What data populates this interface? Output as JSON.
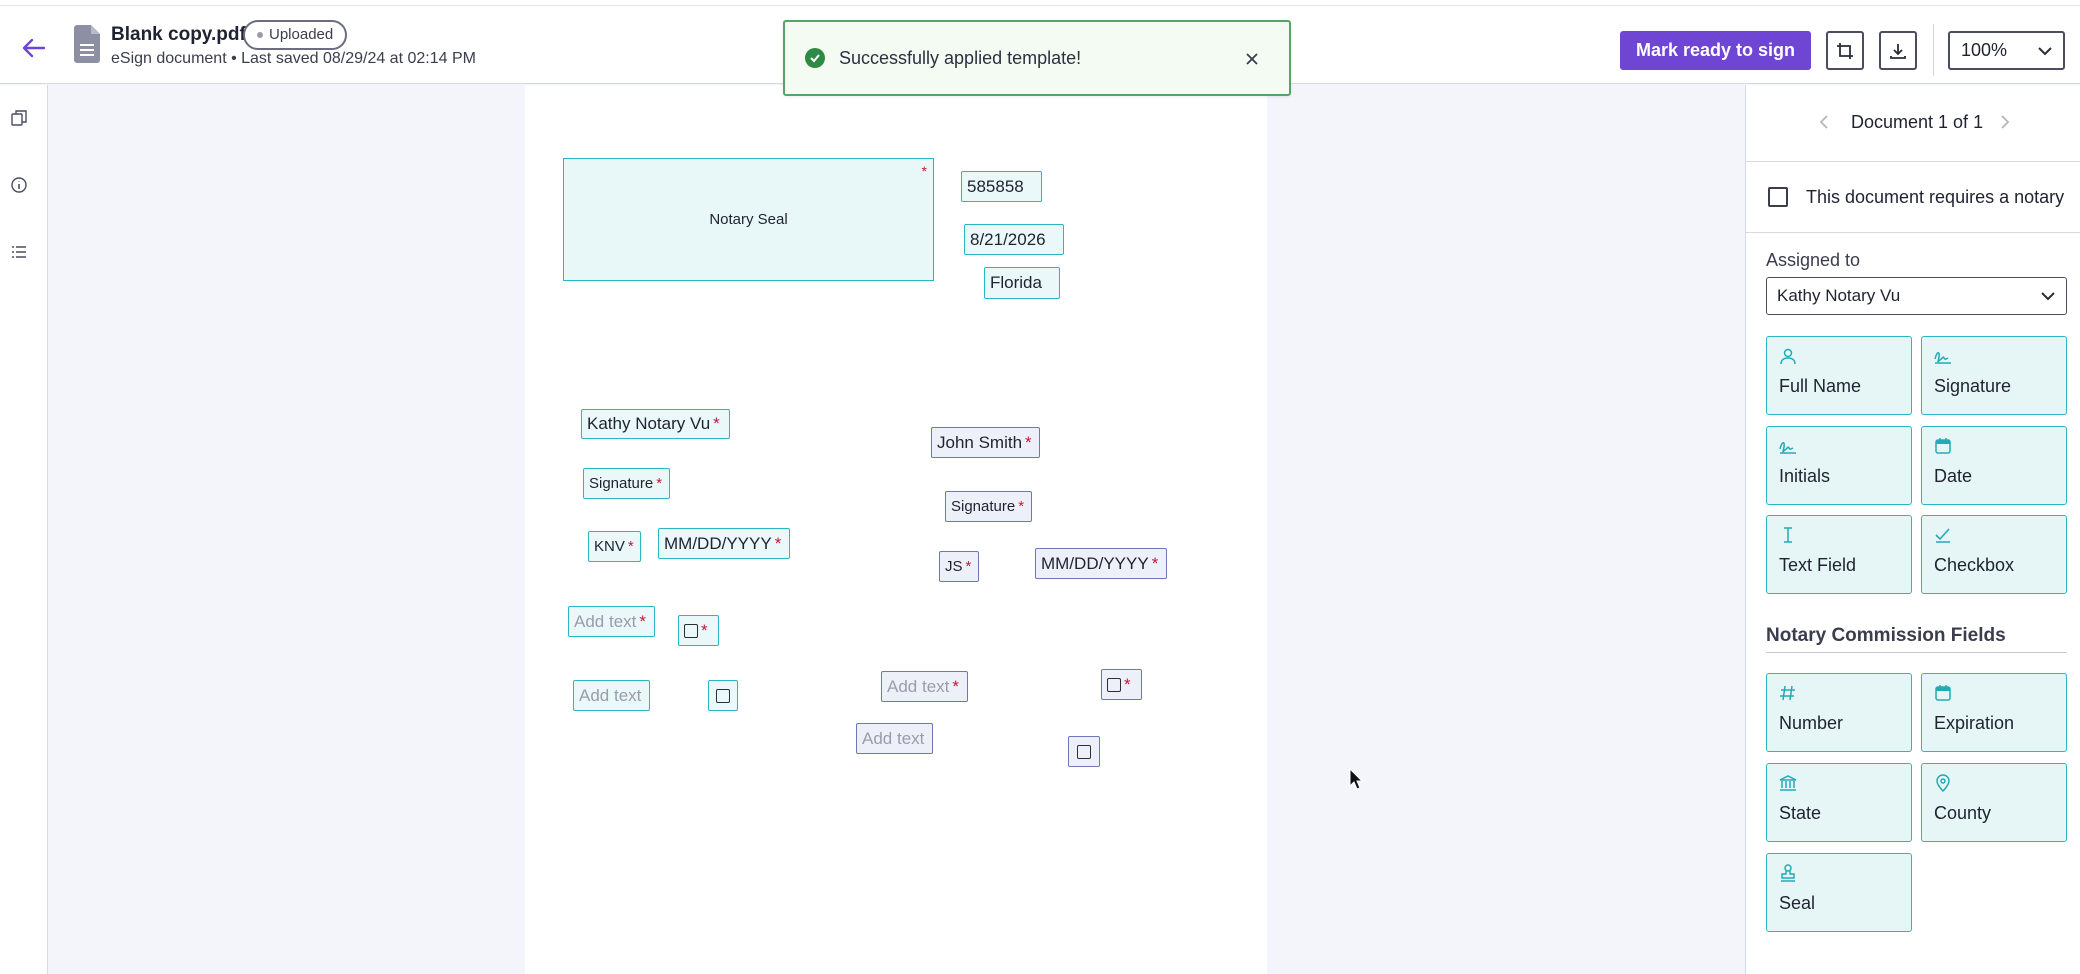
{
  "header": {
    "file_name": "Blank copy.pdf",
    "status_badge": "Uploaded",
    "subtitle": "eSign document • Last saved 08/29/24 at 02:14 PM",
    "primary_button": "Mark ready to sign",
    "zoom": "100%"
  },
  "toast": {
    "message": "Successfully applied template!"
  },
  "document": {
    "seal_label": "Notary Seal",
    "commission_number": "585858",
    "expiration": "8/21/2026",
    "state": "Florida",
    "notary_name": "Kathy Notary Vu",
    "signer_name": "John Smith",
    "signature_label": "Signature",
    "notary_initials": "KNV",
    "signer_initials": "JS",
    "date_placeholder": "MM/DD/YYYY",
    "text_placeholder": "Add text",
    "required_mark": "*"
  },
  "right_panel": {
    "doc_nav": "Document 1 of 1",
    "notary_checkbox_label": "This document requires a notary",
    "assigned_label": "Assigned to",
    "assigned_value": "Kathy Notary Vu",
    "field_cards": [
      {
        "label": "Full Name",
        "icon": "person-icon"
      },
      {
        "label": "Signature",
        "icon": "signature-icon"
      },
      {
        "label": "Initials",
        "icon": "initials-icon"
      },
      {
        "label": "Date",
        "icon": "calendar-icon"
      },
      {
        "label": "Text Field",
        "icon": "text-cursor-icon"
      },
      {
        "label": "Checkbox",
        "icon": "checkmark-icon"
      }
    ],
    "section_title": "Notary Commission Fields",
    "commission_cards": [
      {
        "label": "Number",
        "icon": "hash-icon"
      },
      {
        "label": "Expiration",
        "icon": "calendar-icon"
      },
      {
        "label": "State",
        "icon": "bank-icon"
      },
      {
        "label": "County",
        "icon": "location-pin-icon"
      },
      {
        "label": "Seal",
        "icon": "stamp-icon"
      }
    ]
  },
  "colors": {
    "accent": "#6f46d4",
    "field_teal": "#2bb7c2",
    "field_purple": "#6c78b8",
    "required": "#c0183c",
    "success": "#2f8a45"
  }
}
